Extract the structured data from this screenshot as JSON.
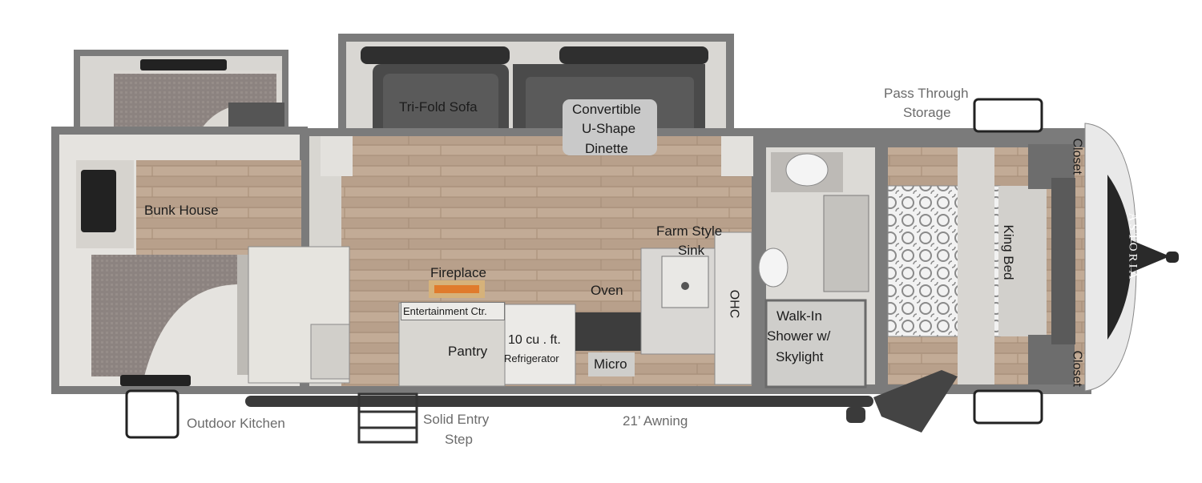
{
  "brand": {
    "logo_text": "ASTORIA"
  },
  "labels": {
    "bunk_house": "Bunk  House",
    "tri_fold_sofa": "Tri-Fold Sofa",
    "dinette_1": "Convertible",
    "dinette_2": "U-Shape",
    "dinette_3": "Dinette",
    "pass_through_1": "Pass Through",
    "pass_through_2": "Storage",
    "closet_top": "Closet",
    "closet_bottom": "Closet",
    "king_bed": "King Bed",
    "farm_sink_1": "Farm Style",
    "farm_sink_2": "Sink",
    "fireplace": "Fireplace",
    "oven": "Oven",
    "entertainment": "Entertainment Ctr.",
    "ohc": "OHC",
    "shower_1": "Walk-In",
    "shower_2": "Shower w/",
    "shower_3": "Skylight",
    "pantry": "Pantry",
    "fridge_1": "10 cu . ft.",
    "fridge_2": "Refrigerator",
    "micro": "Micro",
    "outdoor_kitchen": "Outdoor Kitchen",
    "entry_step_1": "Solid Entry",
    "entry_step_2": "Step",
    "awning": "21’ Awning"
  },
  "colors": {
    "wall": "#7b7b7b",
    "floor": "#b59c86",
    "furniture_dark": "#4a4a4a",
    "counter": "#d9d9d7",
    "label_grey": "#6b6b6b"
  }
}
